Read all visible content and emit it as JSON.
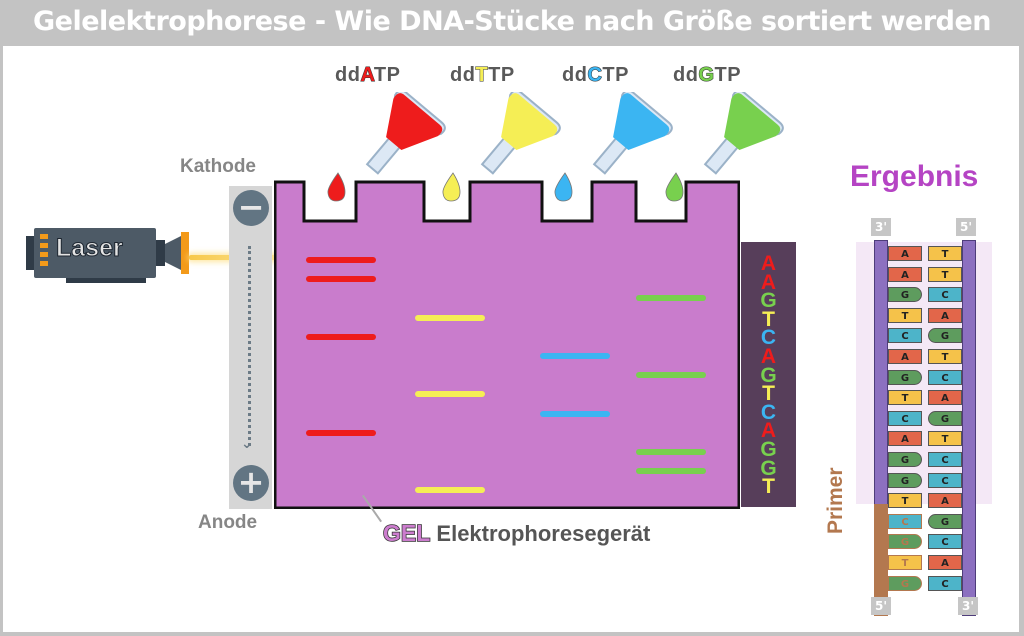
{
  "title": "Gelelektrophorese - Wie DNA-Stücke nach Größe sortiert werden",
  "colors": {
    "A": "#ee1c1c",
    "T": "#f5ee55",
    "C": "#3bb5f2",
    "G": "#78d04e",
    "gel": "#c97ccc",
    "sequence_panel": "#573e5a",
    "result_title": "#b544c4",
    "primer": "#b3784f"
  },
  "reagents": [
    {
      "prefix": "dd",
      "base": "A",
      "suffix": "TP",
      "color": "#ee1c1c"
    },
    {
      "prefix": "dd",
      "base": "T",
      "suffix": "TP",
      "color": "#f5ee55"
    },
    {
      "prefix": "dd",
      "base": "C",
      "suffix": "TP",
      "color": "#3bb5f2"
    },
    {
      "prefix": "dd",
      "base": "G",
      "suffix": "TP",
      "color": "#78d04e"
    }
  ],
  "laser": {
    "label": "Laser"
  },
  "electrodes": {
    "cathode_label": "Kathode",
    "cathode_symbol": "−",
    "anode_label": "Anode",
    "anode_symbol": "+"
  },
  "gel": {
    "lanes": [
      {
        "base": "A",
        "band_positions_from_top": [
          1,
          2,
          5,
          10
        ]
      },
      {
        "base": "T",
        "band_positions_from_top": [
          4,
          8,
          13
        ]
      },
      {
        "base": "C",
        "band_positions_from_top": [
          6,
          9
        ]
      },
      {
        "base": "G",
        "band_positions_from_top": [
          3,
          7,
          11,
          12
        ]
      }
    ],
    "device_label_prefix": "GEL",
    "device_label": "Elektrophoresegerät"
  },
  "sequence_read": [
    "A",
    "A",
    "G",
    "T",
    "C",
    "A",
    "G",
    "T",
    "C",
    "A",
    "G",
    "G",
    "T"
  ],
  "result": {
    "title": "Ergebnis",
    "top_left_end": "3'",
    "top_right_end": "5'",
    "bottom_left_end": "5'",
    "bottom_right_end": "3'",
    "primer_label": "Primer",
    "pairs": [
      {
        "left": "A",
        "right": "T"
      },
      {
        "left": "A",
        "right": "T"
      },
      {
        "left": "G",
        "right": "C"
      },
      {
        "left": "T",
        "right": "A"
      },
      {
        "left": "C",
        "right": "G"
      },
      {
        "left": "A",
        "right": "T"
      },
      {
        "left": "G",
        "right": "C"
      },
      {
        "left": "T",
        "right": "A"
      },
      {
        "left": "C",
        "right": "G"
      },
      {
        "left": "A",
        "right": "T"
      },
      {
        "left": "G",
        "right": "C"
      },
      {
        "left": "G",
        "right": "C"
      },
      {
        "left": "T",
        "right": "A"
      },
      {
        "left": "C",
        "right": "G",
        "primer": true
      },
      {
        "left": "G",
        "right": "C",
        "primer": true
      },
      {
        "left": "T",
        "right": "A",
        "primer": true
      },
      {
        "left": "G",
        "right": "C",
        "primer": true
      }
    ]
  }
}
